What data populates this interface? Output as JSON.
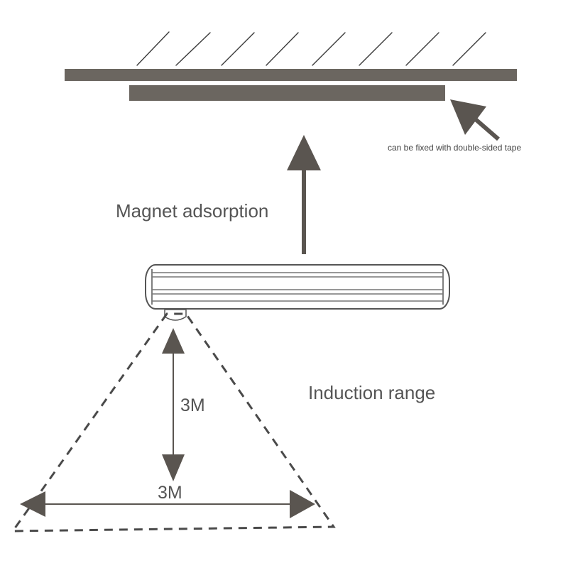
{
  "labels": {
    "tape_note": "can be fixed with double-sided tape",
    "magnet": "Magnet adsorption",
    "induction": "Induction range",
    "vertical_distance": "3M",
    "horizontal_distance": "3M"
  },
  "colors": {
    "ink": "#6b6660",
    "dark_ink": "#5a5550",
    "text": "#555555",
    "background": "#ffffff"
  }
}
